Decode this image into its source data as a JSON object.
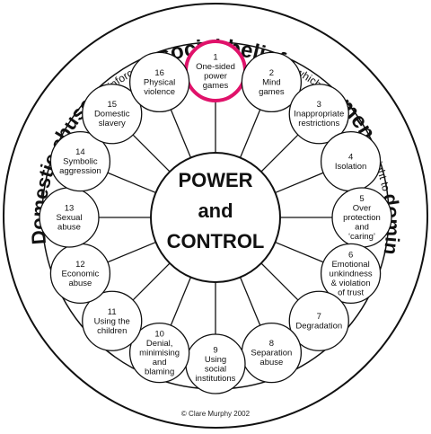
{
  "ring_text": [
    {
      "text": "Domestic ",
      "size": "big"
    },
    {
      "text": "abuse",
      "size": "big"
    },
    {
      "text": " is reinforced by ",
      "size": "small"
    },
    {
      "text": "social beliefs",
      "size": "big"
    },
    {
      "text": " which give ",
      "size": "small"
    },
    {
      "text": "men",
      "size": "big"
    },
    {
      "text": " the right to ",
      "size": "small"
    },
    {
      "text": "dominate women",
      "size": "big"
    }
  ],
  "center": {
    "line1": "POWER",
    "line2": "and",
    "line3": "CONTROL"
  },
  "nodes": [
    {
      "lines": [
        "1",
        "One-sided",
        "power",
        "games"
      ],
      "highlight": true
    },
    {
      "lines": [
        "2",
        "Mind",
        "games"
      ],
      "highlight": false
    },
    {
      "lines": [
        "3",
        "Inappropriate",
        "restrictions"
      ],
      "highlight": false
    },
    {
      "lines": [
        "4",
        "Isolation"
      ],
      "highlight": false
    },
    {
      "lines": [
        "5",
        "Over",
        "protection",
        "and",
        "‘caring’"
      ],
      "highlight": false
    },
    {
      "lines": [
        "6",
        "Emotional",
        "unkindness",
        "& violation",
        "of trust"
      ],
      "highlight": false
    },
    {
      "lines": [
        "7",
        "Degradation"
      ],
      "highlight": false
    },
    {
      "lines": [
        "8",
        "Separation",
        "abuse"
      ],
      "highlight": false
    },
    {
      "lines": [
        "9",
        "Using",
        "social",
        "institutions"
      ],
      "highlight": false
    },
    {
      "lines": [
        "10",
        "Denial,",
        "minimising",
        "and",
        "blaming"
      ],
      "highlight": false
    },
    {
      "lines": [
        "11",
        "Using the",
        "children"
      ],
      "highlight": false
    },
    {
      "lines": [
        "12",
        "Economic",
        "abuse"
      ],
      "highlight": false
    },
    {
      "lines": [
        "13",
        "Sexual",
        "abuse"
      ],
      "highlight": false
    },
    {
      "lines": [
        "14",
        "Symbolic",
        "aggression"
      ],
      "highlight": false
    },
    {
      "lines": [
        "15",
        "Domestic",
        "slavery"
      ],
      "highlight": false
    },
    {
      "lines": [
        "16",
        "Physical",
        "violence"
      ],
      "highlight": false
    }
  ],
  "credit": "© Clare Murphy 2002",
  "colors": {
    "highlight": "#e0126a",
    "stroke": "#111111",
    "background": "#ffffff"
  }
}
